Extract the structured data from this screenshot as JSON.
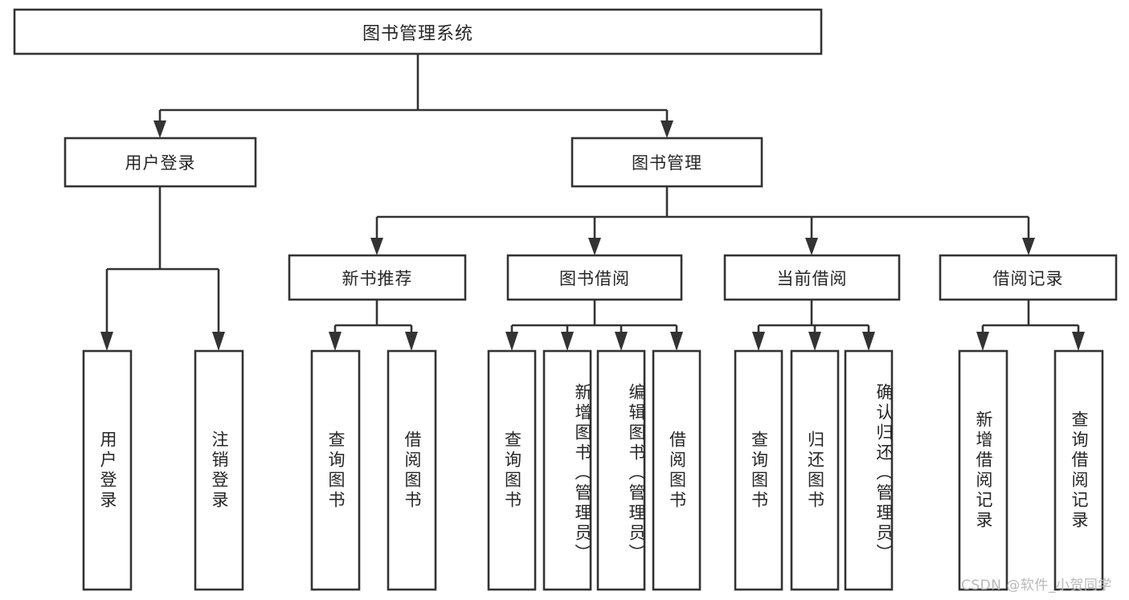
{
  "diagram": {
    "title": "图书管理系统",
    "type": "tree-hierarchy-chart",
    "style": {
      "box_fill": "#ffffff",
      "box_stroke": "#333333",
      "text_color": "#262626",
      "background": "#ffffff",
      "watermark_color": "#b9b9b9"
    },
    "root": {
      "id": "root",
      "label": "图书管理系统"
    },
    "level2": [
      {
        "id": "user-login",
        "label": "用户登录"
      },
      {
        "id": "book-manage",
        "label": "图书管理"
      }
    ],
    "level3": [
      {
        "id": "new-book-recommend",
        "label": "新书推荐"
      },
      {
        "id": "book-borrow",
        "label": "图书借阅"
      },
      {
        "id": "current-borrow",
        "label": "当前借阅"
      },
      {
        "id": "borrow-record",
        "label": "借阅记录"
      }
    ],
    "leaves": {
      "user-login": [
        {
          "id": "leaf-user-login",
          "label": "用户登录"
        },
        {
          "id": "leaf-user-logout",
          "label": "注销登录"
        }
      ],
      "new-book-recommend": [
        {
          "id": "leaf-query-book-1",
          "label": "查询图书"
        },
        {
          "id": "leaf-borrow-book-1",
          "label": "借阅图书"
        }
      ],
      "book-borrow": [
        {
          "id": "leaf-query-book-2",
          "label": "查询图书"
        },
        {
          "id": "leaf-add-book",
          "label": "新增图书（管理员）"
        },
        {
          "id": "leaf-edit-book",
          "label": "编辑图书（管理员）"
        },
        {
          "id": "leaf-borrow-book-2",
          "label": "借阅图书"
        }
      ],
      "current-borrow": [
        {
          "id": "leaf-query-book-3",
          "label": "查询图书"
        },
        {
          "id": "leaf-return-book",
          "label": "归还图书"
        },
        {
          "id": "leaf-confirm-return",
          "label": "确认归还（管理员）"
        }
      ],
      "borrow-record": [
        {
          "id": "leaf-add-record",
          "label": "新增借阅记录"
        },
        {
          "id": "leaf-query-record",
          "label": "查询借阅记录"
        }
      ]
    }
  },
  "watermark": {
    "text": "CSDN @软件_小贺同学"
  }
}
